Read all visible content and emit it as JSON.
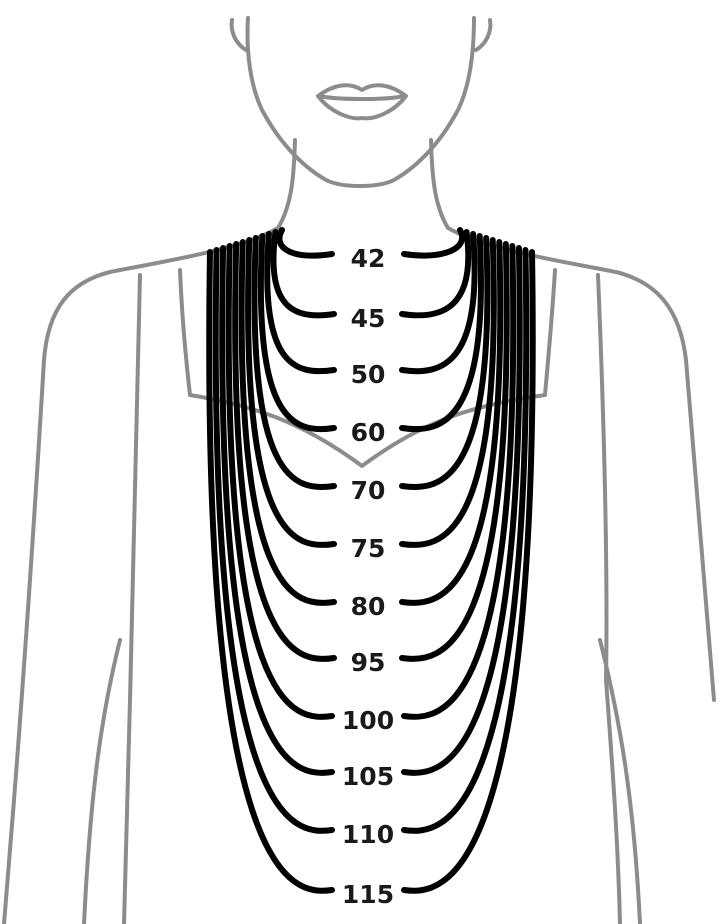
{
  "diagram": {
    "colors": {
      "outline": "#8c8c8c",
      "strand": "#000000",
      "label": "#1a1a1a",
      "background": "#ffffff"
    },
    "lengths": [
      "42",
      "45",
      "50",
      "60",
      "70",
      "75",
      "80",
      "95",
      "100",
      "105",
      "110",
      "115"
    ]
  }
}
